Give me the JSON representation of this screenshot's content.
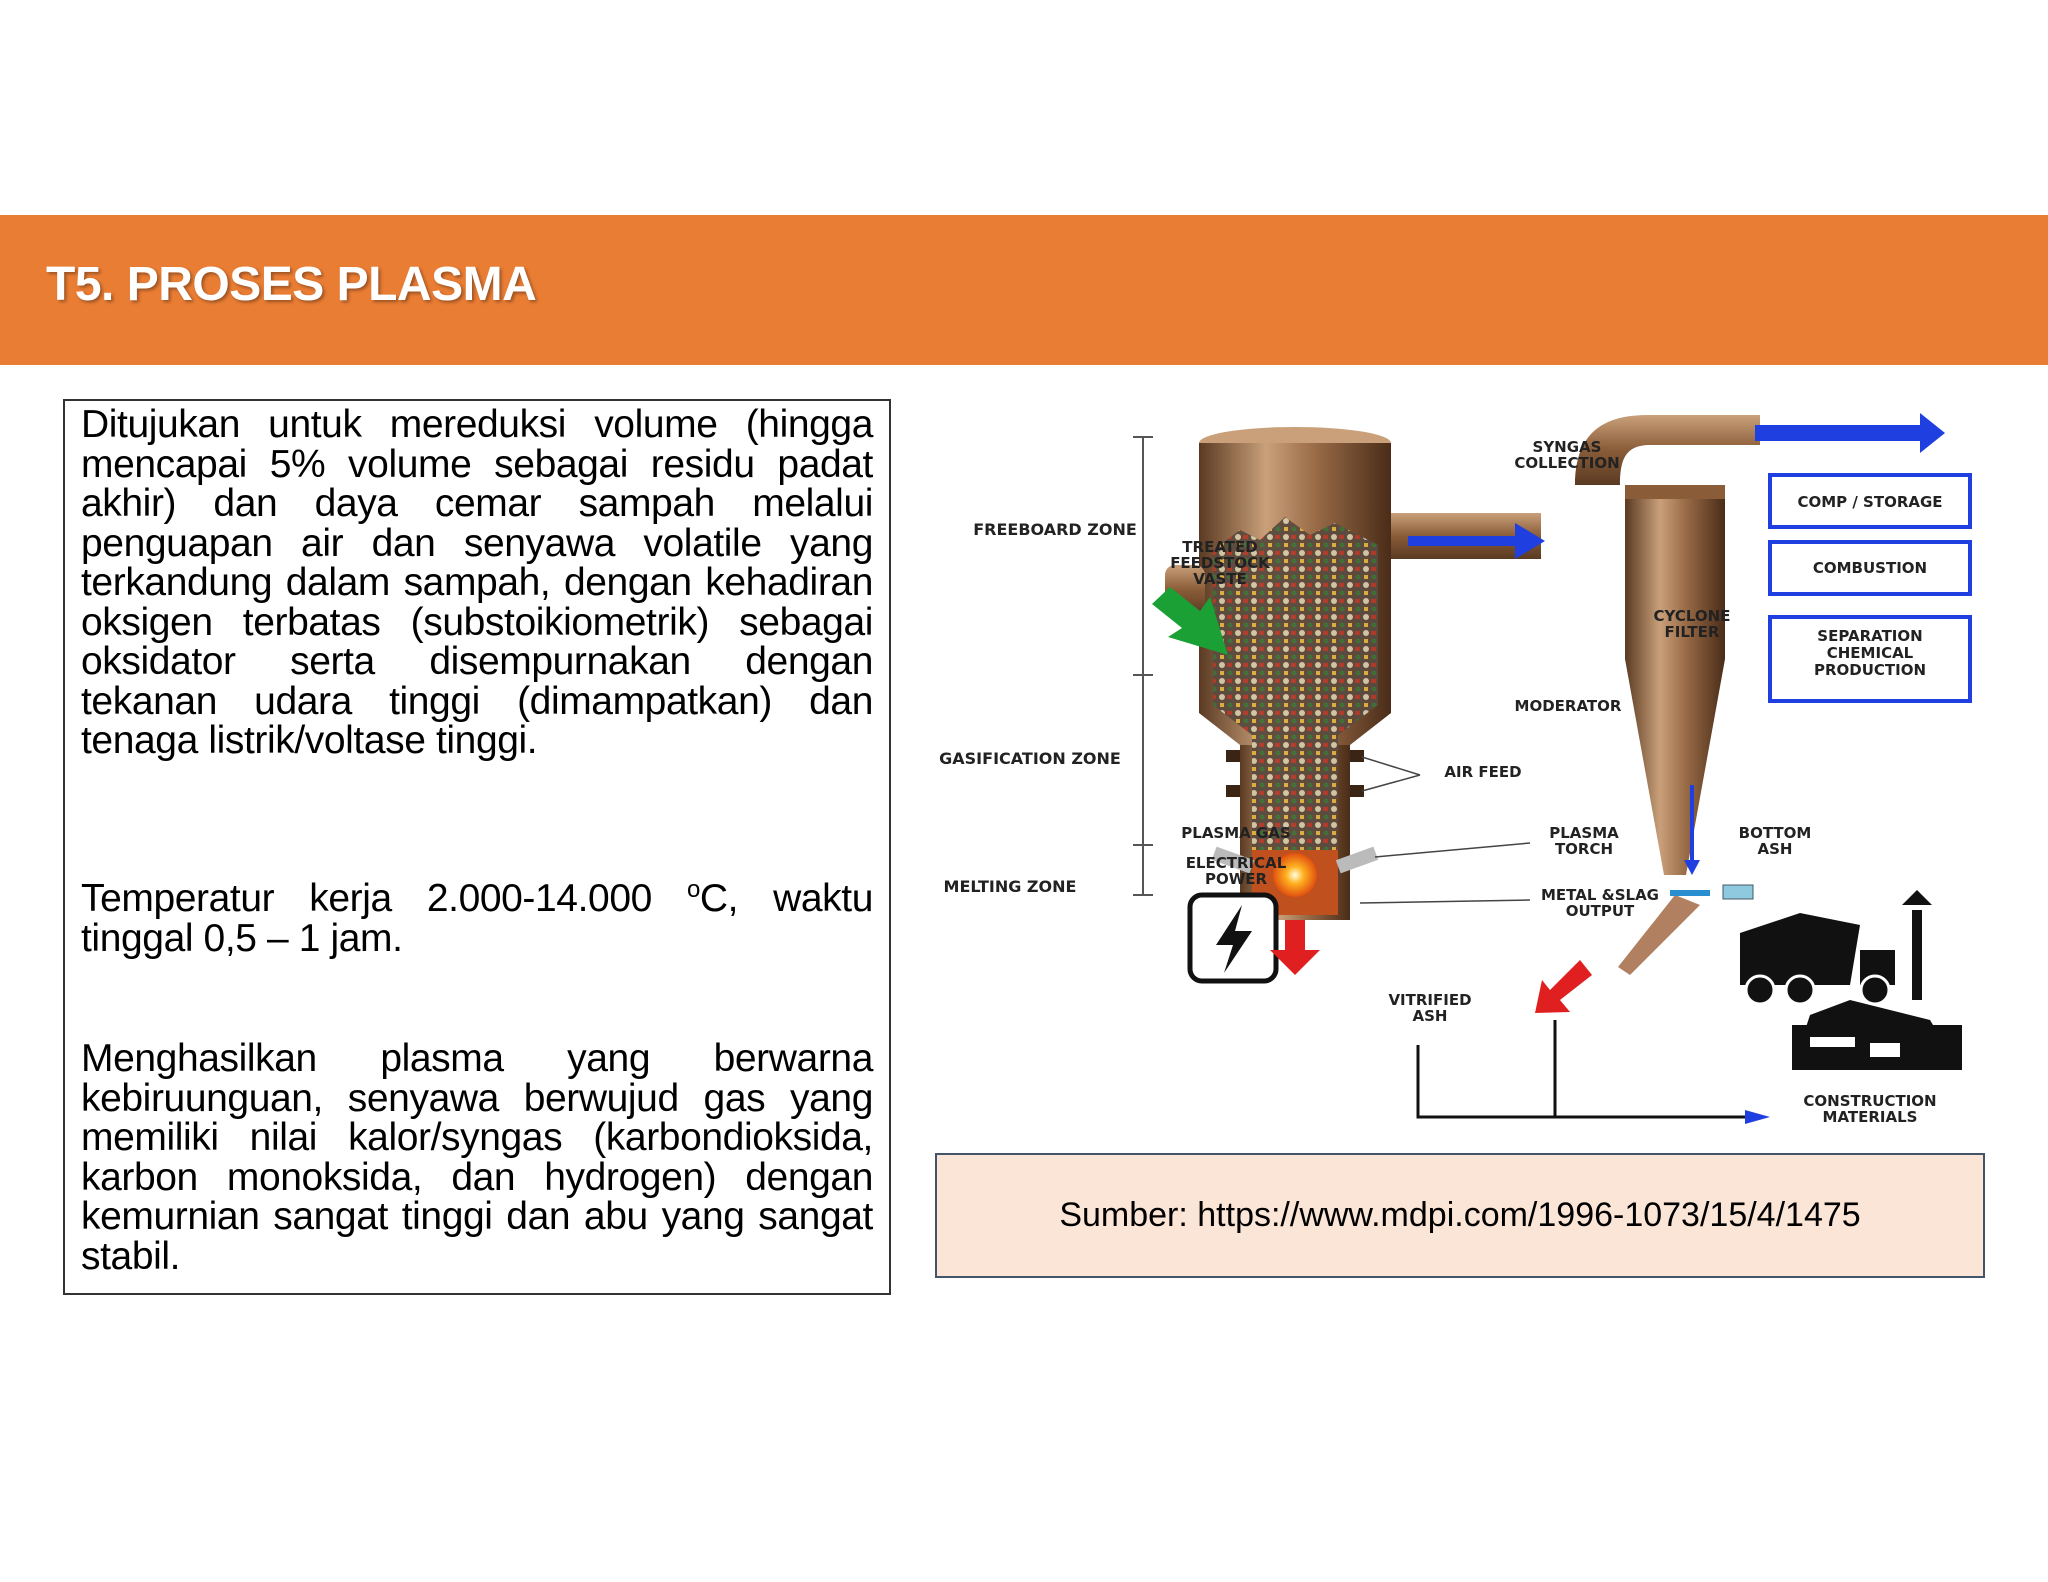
{
  "header": {
    "title": "T5. PROSES PLASMA",
    "color": "#ea7d34"
  },
  "text": {
    "p1": "Ditujukan untuk mereduksi volume (hingga mencapai 5% volume sebagai residu padat akhir) dan daya cemar sampah melalui penguapan air dan senyawa volatile yang terkandung dalam sampah, dengan kehadiran oksigen terbatas (substoikiometrik) sebagai oksidator serta disempurnakan dengan tekanan udara tinggi (dimampatkan) dan tenaga listrik/voltase tinggi.",
    "p2_before": "Temperatur kerja 2.000-14.000 ",
    "p2_sup": "o",
    "p2_after": "C, waktu tinggal 0,5 – 1 jam.",
    "p3": "Menghasilkan plasma yang berwarna kebiruunguan, senyawa berwujud gas yang memiliki nilai kalor/syngas (karbondioksida, karbon monoksida, dan hydrogen) dengan kemurnian sangat tinggi dan abu yang sangat stabil."
  },
  "diagram": {
    "zones": [
      "FREEBOARD ZONE",
      "GASIFICATION ZONE",
      "MELTING ZONE"
    ],
    "treated_1": "TREATED",
    "treated_2": "FEEDSTOCK",
    "treated_3": "VASTE",
    "syngas_1": "SYNGAS",
    "syngas_2": "COLLECTION",
    "cyclone_1": "CYCLONE",
    "cyclone_2": "FILTER",
    "outputs": [
      "COMP / STORAGE",
      "COMBUSTION"
    ],
    "separation_1": "SEPARATION",
    "separation_2": "CHEMICAL",
    "separation_3": "PRODUCTION",
    "moderator": "MODERATOR",
    "air_feed": "AIR FEED",
    "plasma_gas": "PLASMA GAS",
    "electrical_1": "ELECTRICAL",
    "electrical_2": "POWER",
    "torch_1": "PLASMA",
    "torch_2": "TORCH",
    "bottom_1": "BOTTOM",
    "bottom_2": "ASH",
    "metal_1": "METAL &SLAG",
    "metal_2": "OUTPUT",
    "vitrified_1": "VITRIFIED",
    "vitrified_2": "ASH",
    "construction_1": "CONSTRUCTION",
    "construction_2": "MATERIALS"
  },
  "source": "Sumber: https://www.mdpi.com/1996-1073/15/4/1475"
}
